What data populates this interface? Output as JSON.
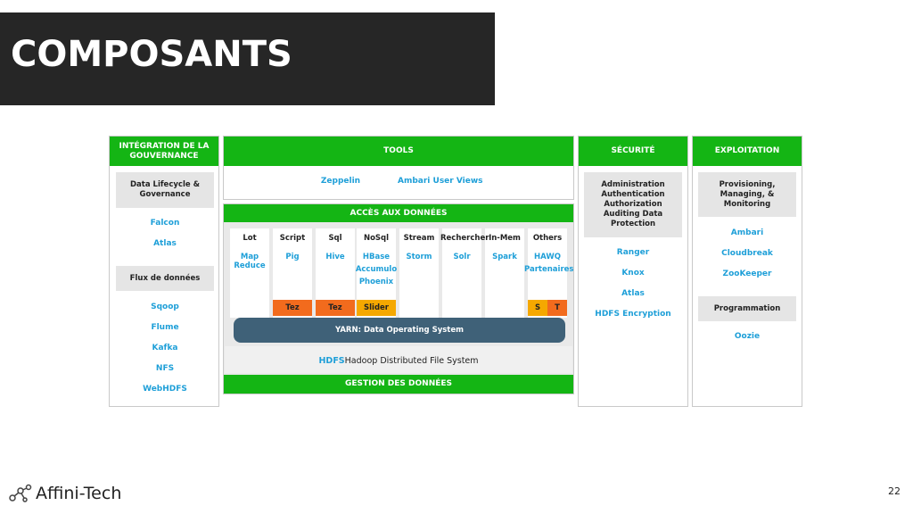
{
  "slide": {
    "title": "COMPOSANTS",
    "page_number": "22",
    "logo_text": "Affini-Tech"
  },
  "integration": {
    "header": "INTÉGRATION DE LA GOUVERNANCE",
    "box1": "Data Lifecycle & Governance",
    "links1": [
      "Falcon",
      "Atlas"
    ],
    "box2": "Flux de données",
    "links2": [
      "Sqoop",
      "Flume",
      "Kafka",
      "NFS",
      "WebHDFS"
    ]
  },
  "tools": {
    "header": "TOOLS",
    "items": [
      "Zeppelin",
      "Ambari User Views"
    ]
  },
  "access": {
    "header": "ACCÈS AUX DONNÉES",
    "columns": [
      {
        "name": "Lot",
        "items": [
          "Map",
          "Reduce"
        ]
      },
      {
        "name": "Script",
        "items": [
          "Pig"
        ]
      },
      {
        "name": "Sql",
        "items": [
          "Hive"
        ]
      },
      {
        "name": "NoSql",
        "items": [
          "HBase",
          "Accumulo",
          "Phoenix"
        ]
      },
      {
        "name": "Stream",
        "items": [
          "Storm"
        ]
      },
      {
        "name": "Rechercher",
        "items": [
          "Solr"
        ]
      },
      {
        "name": "In-Mem",
        "items": [
          "Spark"
        ]
      },
      {
        "name": "Others",
        "items": [
          "HAWQ",
          "Partenaires"
        ]
      }
    ],
    "tags": [
      "Tez",
      "Tez",
      "Slider",
      "S",
      "T"
    ],
    "yarn": "YARN: Data Operating System",
    "hdfs_prefix": "HDFS",
    "hdfs_rest": "Hadoop Distributed File System",
    "footer": "GESTION DES DONNÉES"
  },
  "security": {
    "header": "SÉCURITÉ",
    "box": "Administration Authentication Authorization Auditing Data Protection",
    "links": [
      "Ranger",
      "Knox",
      "Atlas",
      "HDFS Encryption"
    ]
  },
  "operations": {
    "header": "EXPLOITATION",
    "box1": "Provisioning, Managing, & Monitoring",
    "links1": [
      "Ambari",
      "Cloudbreak",
      "ZooKeeper"
    ],
    "box2": "Programmation",
    "links2": [
      "Oozie"
    ]
  },
  "colors": {
    "green": "#14b514",
    "blue_link": "#1e9fd8",
    "orange": "#f26b1d",
    "yellow": "#f5a800",
    "yarn": "#3f6178",
    "title_bg": "#262626"
  }
}
